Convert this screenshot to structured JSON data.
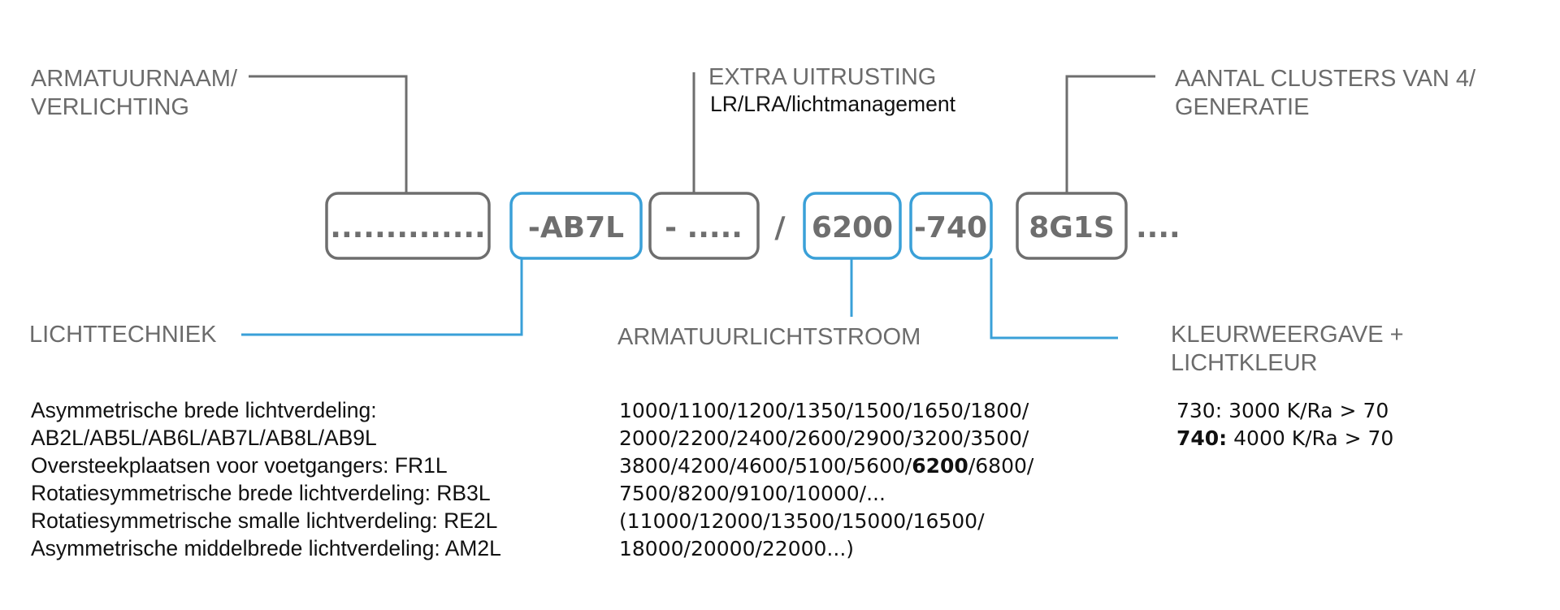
{
  "colors": {
    "gray": "#6e6e6e",
    "blue": "#3aa0d8",
    "text": "#111111",
    "label": "#6b6b6b"
  },
  "code_boxes": [
    {
      "name": "armatuurnaam-box",
      "text": "..............",
      "accent": "gray"
    },
    {
      "name": "lichttechniek-box",
      "text": "-AB7L",
      "accent": "blue"
    },
    {
      "name": "extra-uitrusting-box",
      "text": "- .....",
      "accent": "gray"
    },
    {
      "name": "armatuurlichtstroom-box",
      "text": "6200",
      "accent": "blue"
    },
    {
      "name": "kleurweergave-box",
      "text": "-740",
      "accent": "blue"
    },
    {
      "name": "clusters-box",
      "text": "8G1S",
      "accent": "gray"
    }
  ],
  "separator": "/",
  "trailing": "....",
  "labels": {
    "armatuurnaam": [
      "ARMATUURNAAM/",
      "VERLICHTING"
    ],
    "extra_uitrusting": "EXTRA UITRUSTING",
    "extra_uitrusting_sub": "LR/LRA/lichtmanagement",
    "clusters": [
      "AANTAL CLUSTERS VAN 4/",
      "GENERATIE"
    ],
    "lichttechniek": "LICHTTECHNIEK",
    "armatuurlichtstroom": "ARMATUURLICHTSTROOM",
    "kleurweergave": [
      "KLEURWEERGAVE +",
      "LICHTKLEUR"
    ]
  },
  "lichttechniek_list": [
    "Asymmetrische brede lichtverdeling:",
    "AB2L/AB5L/AB6L/AB7L/AB8L/AB9L",
    "Oversteekplaatsen voor voetgangers: FR1L",
    "Rotatiesymmetrische brede lichtverdeling: RB3L",
    "Rotatiesymmetrische smalle lichtverdeling: RE2L",
    "Asymmetrische middelbrede lichtverdeling: AM2L"
  ],
  "lichtstroom_list": {
    "line1": "1000/1100/1200/1350/1500/1650/1800/",
    "line2": "2000/2200/2400/2600/2900/3200/3500/",
    "line3_pre": "3800/4200/4600/5100/5600/",
    "line3_bold": "6200",
    "line3_post": "/6800/",
    "line4": "7500/8200/9100/10000/...",
    "line5": "(11000/12000/13500/15000/16500/",
    "line6": "18000/20000/22000...)"
  },
  "kleur_list": [
    {
      "bold": "",
      "text": "730: 3000 K/Ra > 70"
    },
    {
      "bold": "740:",
      "text": " 4000 K/Ra > 70"
    }
  ]
}
